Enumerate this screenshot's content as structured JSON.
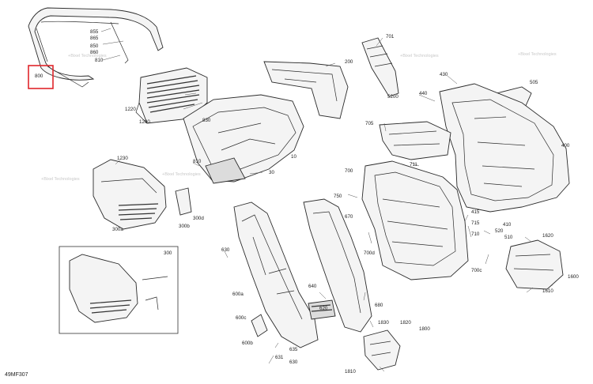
{
  "diagram_code": "49MF307",
  "highlight_color": "#e0262b",
  "watermark_text": "+Bixel Technologies",
  "highlighted_part": "800",
  "labels": {
    "l800": "800",
    "l855": "855",
    "l865": "865",
    "l850": "850",
    "l860": "860",
    "l810a": "810",
    "l1220": "1220",
    "l1200": "1200",
    "l830": "830",
    "l200": "200",
    "l701": "701",
    "l430": "430",
    "l505": "505",
    "l440": "440",
    "l5200": "5200",
    "l705": "705",
    "l400": "400",
    "l1230": "1230",
    "l810b": "810",
    "l30": "30",
    "l10": "10",
    "l300a": "300a",
    "l300d": "300d",
    "l300b": "300b",
    "l711": "711",
    "l700": "700",
    "l750": "750",
    "l670": "670",
    "l415": "415",
    "l410": "410",
    "l520": "520",
    "l510": "510",
    "l715": "715",
    "l710": "710",
    "l700d": "700d",
    "l700c": "700c",
    "l1620": "1620",
    "l1600": "1600",
    "l1610": "1610",
    "l300": "300",
    "l630": "630",
    "l600a": "600a",
    "l640": "640",
    "l620": "620",
    "l680": "680",
    "l600c": "600c",
    "l600b": "600b",
    "l635": "635",
    "l631": "631",
    "l630b": "630",
    "l1830": "1830",
    "l1820": "1820",
    "l1800": "1800",
    "l1810": "1810"
  }
}
